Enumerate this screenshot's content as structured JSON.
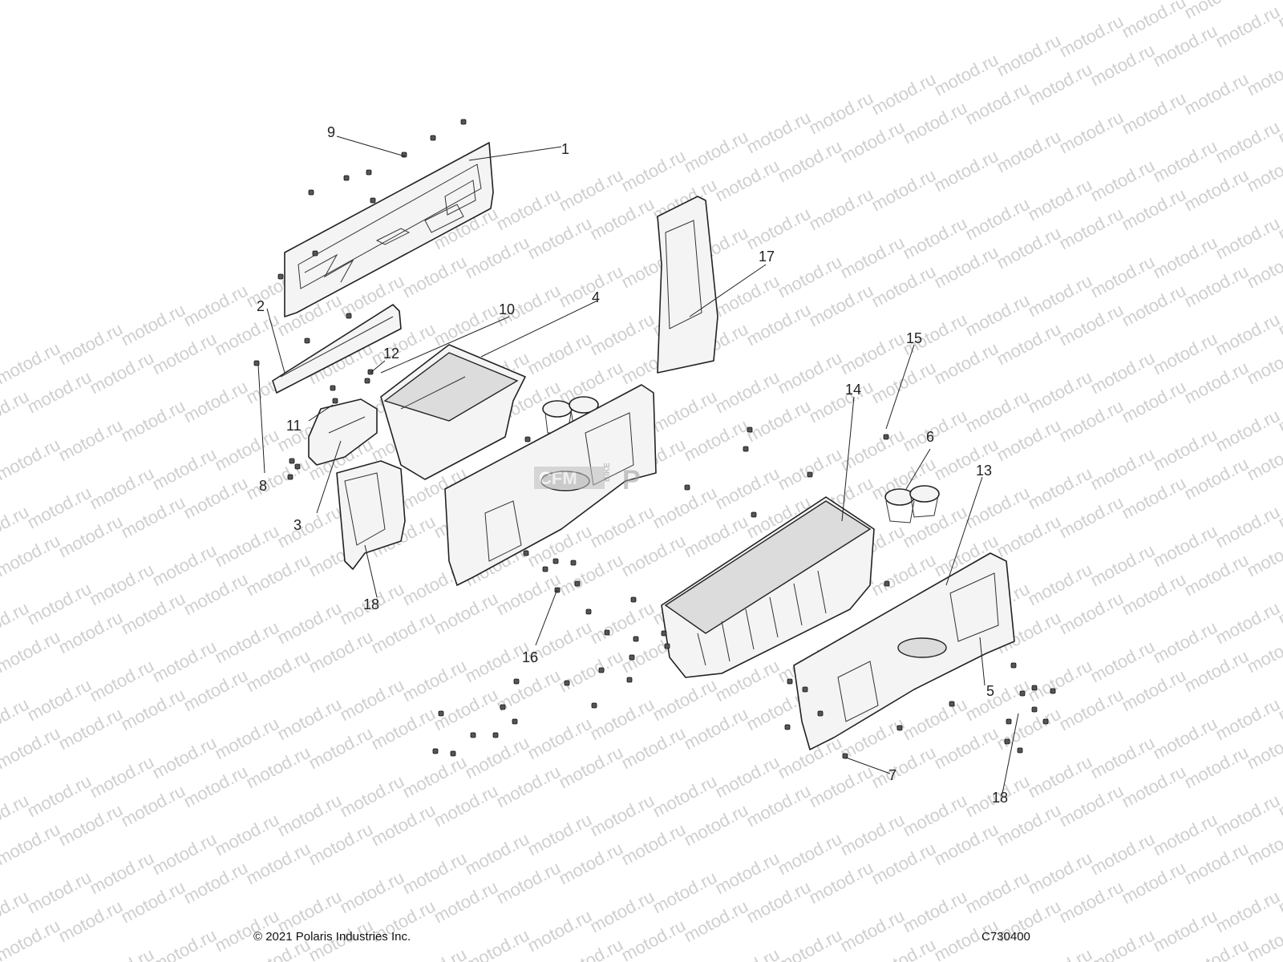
{
  "watermark": {
    "text": "motod.ru",
    "color": "#cfcfcf"
  },
  "center_logo": {
    "brand_top": "CFM",
    "brand_mid": "BIKE",
    "brand_bottom": "P"
  },
  "callouts": [
    "1",
    "2",
    "3",
    "4",
    "5",
    "6",
    "7",
    "8",
    "9",
    "10",
    "11",
    "12",
    "13",
    "14",
    "15",
    "16",
    "17",
    "18",
    "18"
  ],
  "footer": {
    "copyright": "© 2021 Polaris Industries Inc.",
    "code": "C730400"
  }
}
